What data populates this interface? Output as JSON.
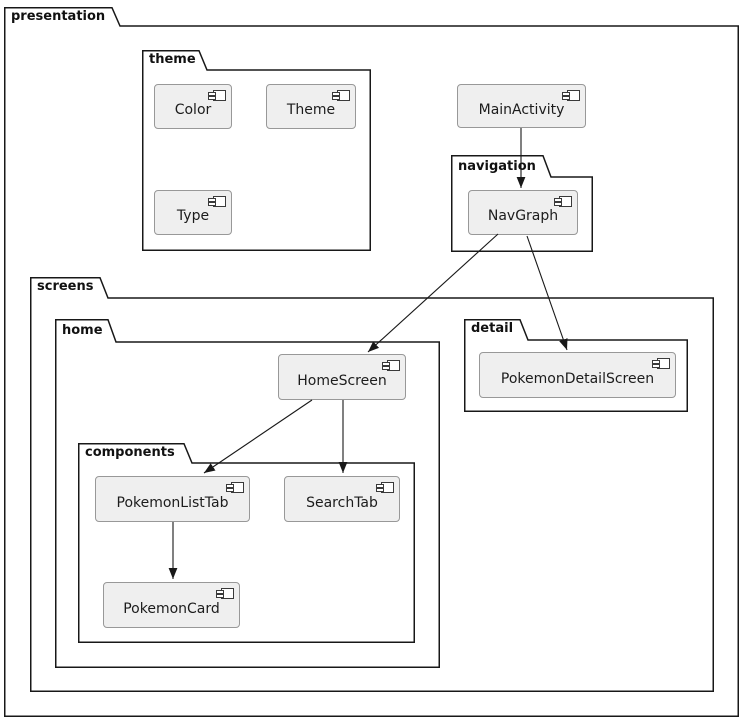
{
  "diagram": {
    "kind": "uml-package-component-diagram",
    "packages": {
      "presentation": {
        "label": "presentation"
      },
      "theme": {
        "label": "theme"
      },
      "navigation": {
        "label": "navigation"
      },
      "screens": {
        "label": "screens"
      },
      "home": {
        "label": "home"
      },
      "detail": {
        "label": "detail"
      },
      "components": {
        "label": "components"
      }
    },
    "components": {
      "color": {
        "label": "Color",
        "package": "theme"
      },
      "theme_comp": {
        "label": "Theme",
        "package": "theme"
      },
      "type": {
        "label": "Type",
        "package": "theme"
      },
      "main_activity": {
        "label": "MainActivity",
        "package": "presentation"
      },
      "nav_graph": {
        "label": "NavGraph",
        "package": "navigation"
      },
      "home_screen": {
        "label": "HomeScreen",
        "package": "home"
      },
      "pokemon_detail_screen": {
        "label": "PokemonDetailScreen",
        "package": "detail"
      },
      "pokemon_list_tab": {
        "label": "PokemonListTab",
        "package": "components"
      },
      "search_tab": {
        "label": "SearchTab",
        "package": "components"
      },
      "pokemon_card": {
        "label": "PokemonCard",
        "package": "components"
      }
    },
    "edges": [
      {
        "from": "MainActivity",
        "to": "NavGraph"
      },
      {
        "from": "NavGraph",
        "to": "HomeScreen"
      },
      {
        "from": "NavGraph",
        "to": "PokemonDetailScreen"
      },
      {
        "from": "HomeScreen",
        "to": "PokemonListTab"
      },
      {
        "from": "HomeScreen",
        "to": "SearchTab"
      },
      {
        "from": "PokemonListTab",
        "to": "PokemonCard"
      }
    ],
    "colors": {
      "background": "#ffffff",
      "package_border": "#181818",
      "package_text": "#111111",
      "component_fill": "#efefef",
      "component_border": "#989898",
      "component_text": "#1c1c1c",
      "edge": "#181818"
    }
  }
}
